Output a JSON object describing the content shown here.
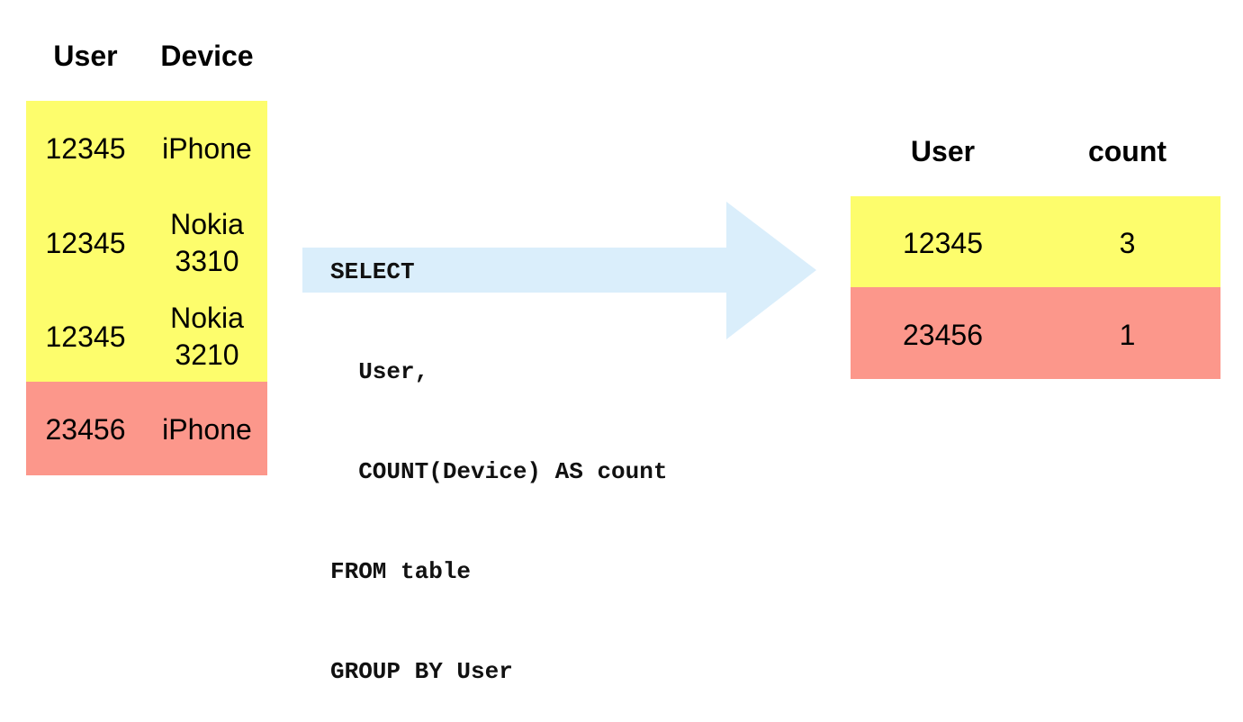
{
  "colors": {
    "group_1": "#fdfd6c",
    "group_2": "#fc978b",
    "arrow": "#daeefb"
  },
  "left_table": {
    "headers": [
      "User",
      "Device"
    ],
    "rows": [
      {
        "user": "12345",
        "device": [
          "iPhone"
        ],
        "group": "group_1"
      },
      {
        "user": "12345",
        "device": [
          "Nokia",
          "3310"
        ],
        "group": "group_1"
      },
      {
        "user": "12345",
        "device": [
          "Nokia",
          "3210"
        ],
        "group": "group_1"
      },
      {
        "user": "23456",
        "device": [
          "iPhone"
        ],
        "group": "group_2"
      }
    ]
  },
  "query": {
    "lines": [
      "SELECT",
      "  User,",
      "  COUNT(Device) AS count",
      "FROM table",
      "GROUP BY User"
    ]
  },
  "right_table": {
    "headers": [
      "User",
      "count"
    ],
    "rows": [
      {
        "user": "12345",
        "count": "3",
        "group": "group_1"
      },
      {
        "user": "23456",
        "count": "1",
        "group": "group_2"
      }
    ]
  }
}
